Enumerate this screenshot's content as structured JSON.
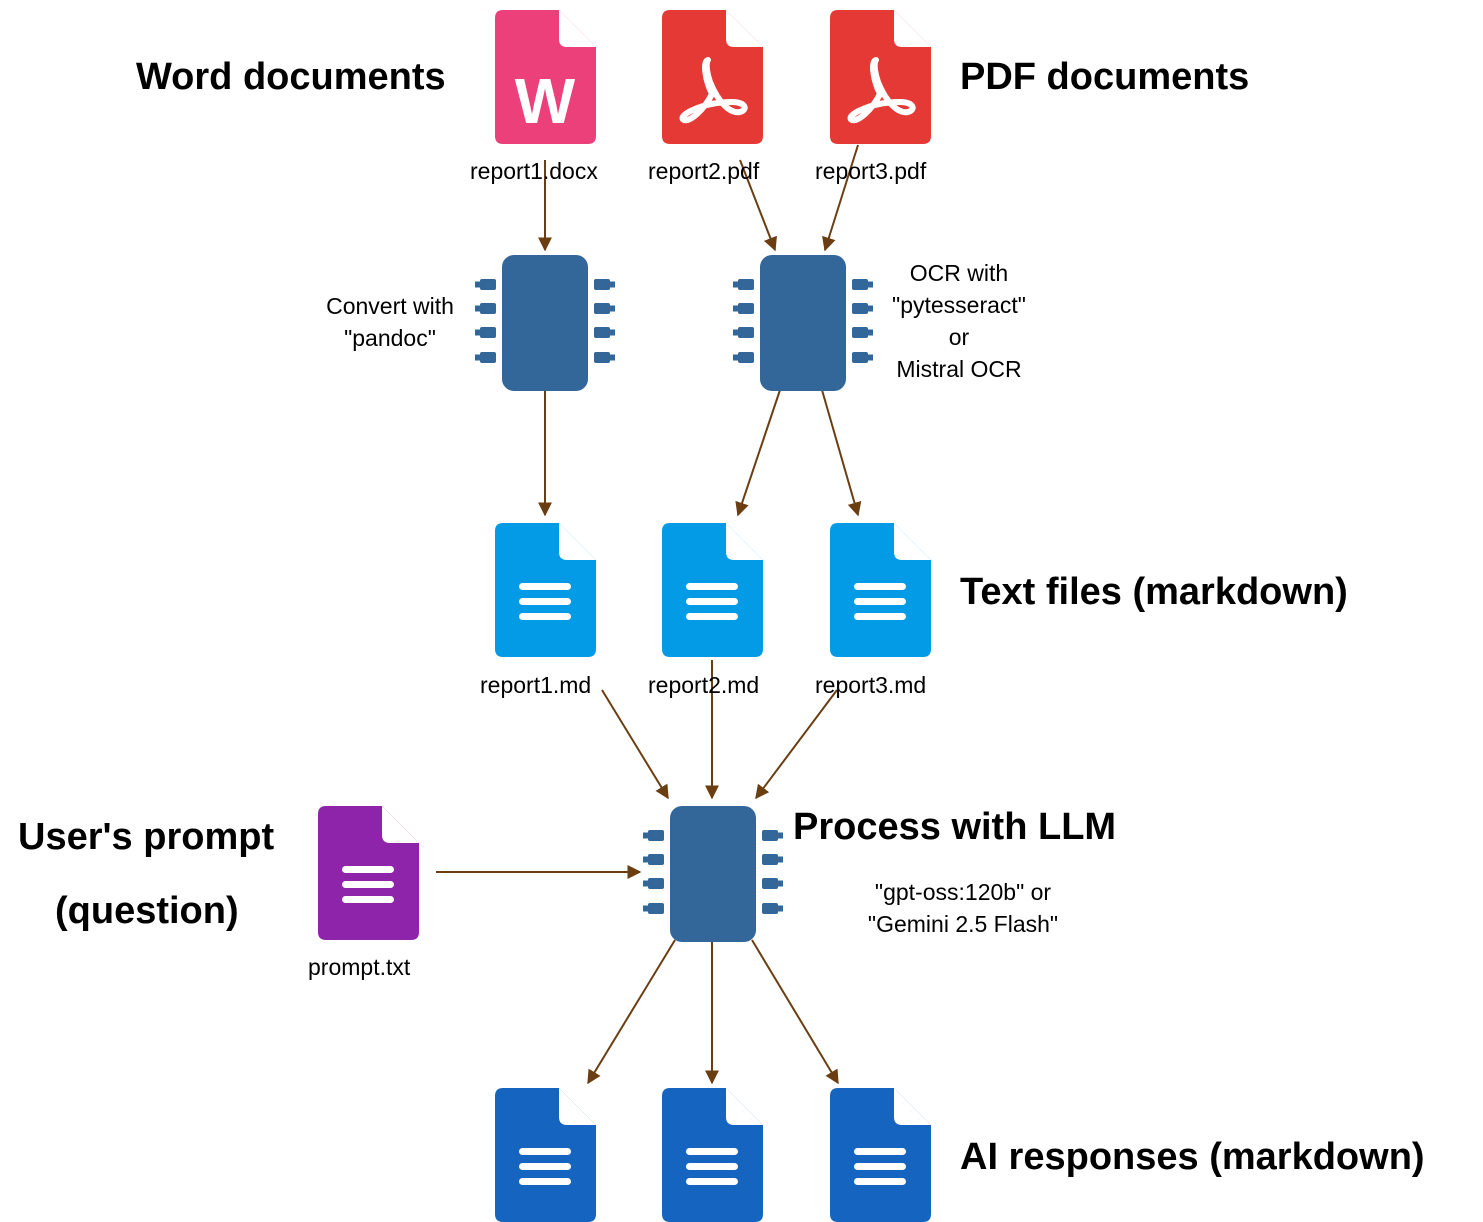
{
  "headings": {
    "word": "Word documents",
    "pdf": "PDF documents",
    "text": "Text files (markdown)",
    "prompt_line1": "User's prompt",
    "prompt_line2": "(question)",
    "llm": "Process with LLM",
    "ai": "AI responses (markdown)"
  },
  "files": {
    "docx": "report1.docx",
    "pdf2": "report2.pdf",
    "pdf3": "report3.pdf",
    "md1": "report1.md",
    "md2": "report2.md",
    "md3": "report3.md",
    "prompt": "prompt.txt"
  },
  "processors": {
    "pandoc": [
      "Convert with",
      "\"pandoc\""
    ],
    "ocr": [
      "OCR with",
      "\"pytesseract\"",
      "or",
      "Mistral OCR"
    ],
    "llm_models": [
      "\"gpt-oss:120b\" or",
      "\"Gemini 2.5 Flash\""
    ]
  },
  "icons": {
    "word": "word-document-icon",
    "pdf": "pdf-document-icon",
    "text": "text-document-icon",
    "chip": "processor-chip-icon"
  },
  "colors": {
    "word": "#ec407a",
    "pdf": "#e53935",
    "markdown": "#039be5",
    "prompt": "#8e24aa",
    "response": "#1565c0",
    "chip": "#336699",
    "arrow": "#6b3e12"
  }
}
